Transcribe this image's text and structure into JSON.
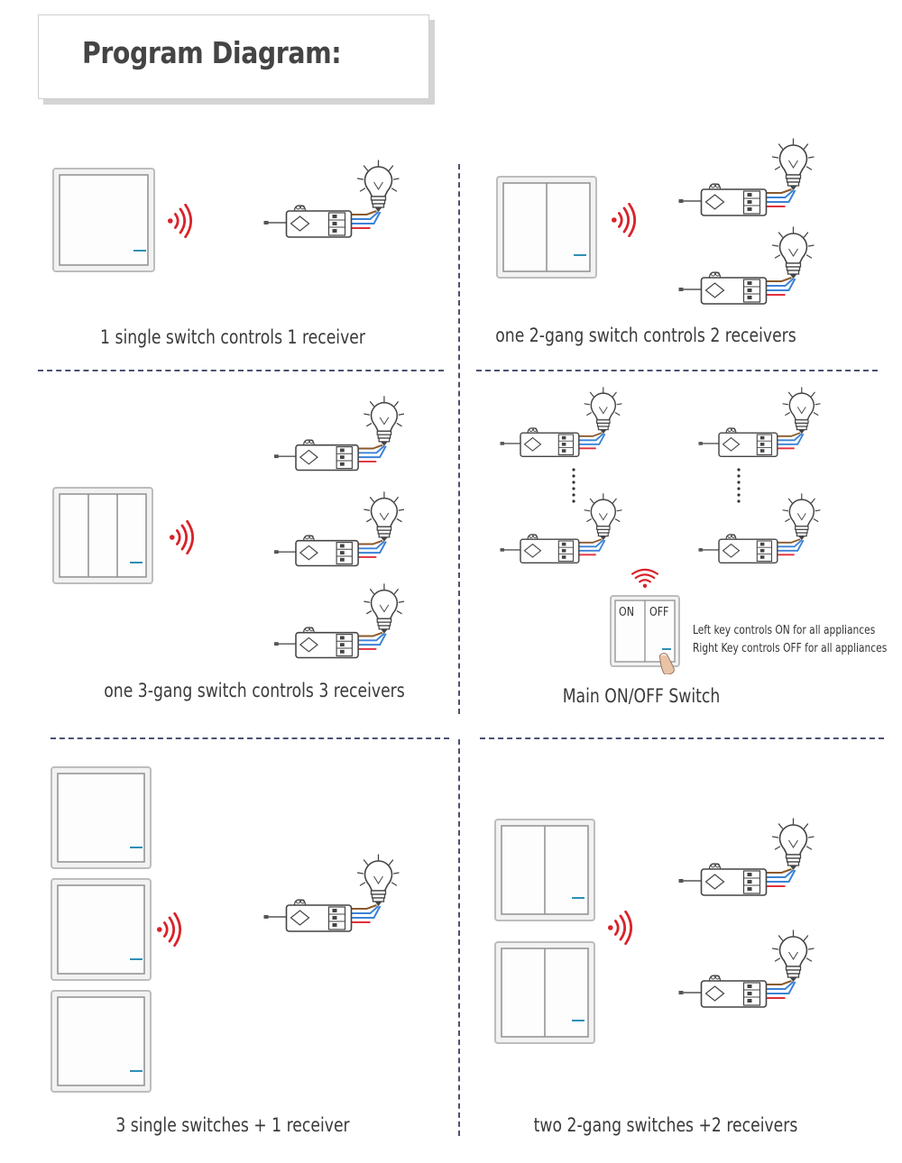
{
  "title": "Program Diagram:",
  "captions": {
    "single_1": "1 single switch controls 1 receiver",
    "gang2_2": "one 2-gang switch controls 2 receivers",
    "gang3_3": "one 3-gang switch controls 3 receivers",
    "main": "Main ON/OFF Switch",
    "singles3_1": "3 single switches + 1 receiver",
    "gang2x2_2": "two 2-gang switches +2 receivers"
  },
  "main_switch": {
    "on_label": "ON",
    "off_label": "OFF",
    "note_left": "Left key controls ON for all appliances",
    "note_right": "Right Key controls OFF for all appliances"
  },
  "colors": {
    "signal": "#d9232a",
    "wire_brown": "#8b5a2b",
    "wire_blue": "#3b82d6",
    "wire_red": "#e0303a",
    "indicator": "#2f8fb5",
    "divider": "#4b5170"
  },
  "icons": [
    "wireless-signal-icon",
    "light-bulb-icon",
    "finger-press-icon"
  ]
}
